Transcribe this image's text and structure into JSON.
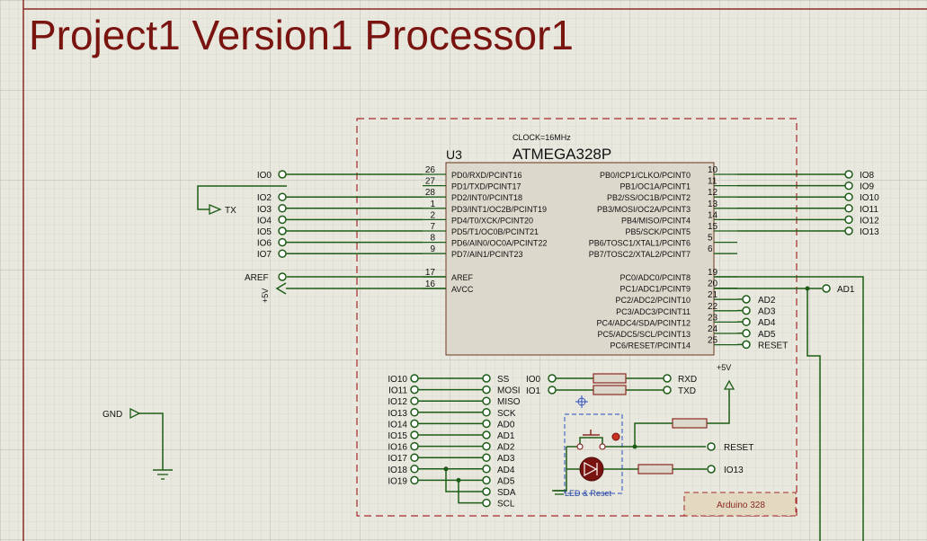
{
  "title": "Project1 Version1 Processor1",
  "chip": {
    "ref": "U3",
    "part": "ATMEGA328P",
    "clock": "CLOCK=16MHz",
    "left_pins": [
      {
        "num": "26",
        "name": "PD0/RXD/PCINT16"
      },
      {
        "num": "27",
        "name": "PD1/TXD/PCINT17"
      },
      {
        "num": "28",
        "name": "PD2/INT0/PCINT18"
      },
      {
        "num": "1",
        "name": "PD3/INT1/OC2B/PCINT19"
      },
      {
        "num": "2",
        "name": "PD4/T0/XCK/PCINT20"
      },
      {
        "num": "7",
        "name": "PD5/T1/OC0B/PCINT21"
      },
      {
        "num": "8",
        "name": "PD6/AIN0/OC0A/PCINT22"
      },
      {
        "num": "9",
        "name": "PD7/AIN1/PCINT23"
      }
    ],
    "left_pins2": [
      {
        "num": "17",
        "name": "AREF"
      },
      {
        "num": "16",
        "name": "AVCC"
      }
    ],
    "right_pins": [
      {
        "num": "10",
        "name": "PB0/ICP1/CLKO/PCINT0"
      },
      {
        "num": "11",
        "name": "PB1/OC1A/PCINT1"
      },
      {
        "num": "12",
        "name": "PB2/SS/OC1B/PCINT2"
      },
      {
        "num": "13",
        "name": "PB3/MOSI/OC2A/PCINT3"
      },
      {
        "num": "14",
        "name": "PB4/MISO/PCINT4"
      },
      {
        "num": "15",
        "name": "PB5/SCK/PCINT5"
      },
      {
        "num": "5",
        "name": "PB6/TOSC1/XTAL1/PCINT6"
      },
      {
        "num": "6",
        "name": "PB7/TOSC2/XTAL2/PCINT7"
      }
    ],
    "right_pins2": [
      {
        "num": "19",
        "name": "PC0/ADC0/PCINT8"
      },
      {
        "num": "20",
        "name": "PC1/ADC1/PCINT9"
      },
      {
        "num": "21",
        "name": "PC2/ADC2/PCINT10"
      },
      {
        "num": "22",
        "name": "PC3/ADC3/PCINT11"
      },
      {
        "num": "23",
        "name": "PC4/ADC4/SDA/PCINT12"
      },
      {
        "num": "24",
        "name": "PC5/ADC5/SCL/PCINT13"
      },
      {
        "num": "25",
        "name": "PC6/RESET/PCINT14"
      }
    ]
  },
  "left_terminals": [
    "IO0",
    "IO2",
    "IO3",
    "IO4",
    "IO5",
    "IO6",
    "IO7"
  ],
  "tx_label": "TX",
  "aref_label": "AREF",
  "plus5v": "+5V",
  "gnd_label": "GND",
  "right_b_terminals": [
    "IO8",
    "IO9",
    "IO10",
    "IO11",
    "IO12",
    "IO13"
  ],
  "ad1": "AD1",
  "right_c_terminals": [
    "AD2",
    "AD3",
    "AD4",
    "AD5",
    "RESET"
  ],
  "io_list": [
    "IO10",
    "IO11",
    "IO12",
    "IO13",
    "IO14",
    "IO15",
    "IO16",
    "IO17",
    "IO18",
    "IO19"
  ],
  "func_list": [
    "SS",
    "MOSI",
    "MISO",
    "SCK",
    "AD0",
    "AD1",
    "AD2",
    "AD3",
    "AD4",
    "AD5",
    "SDA",
    "SCL"
  ],
  "uart_left": [
    "IO0",
    "IO1"
  ],
  "uart_right": [
    "RXD",
    "TXD"
  ],
  "reset_label": "RESET",
  "io13_label": "IO13",
  "led_label": "LED & Reset",
  "board_label": "Arduino 328",
  "colors": {
    "title": "#7a1410",
    "wire": "#1d5c16",
    "dash": "#a52a2a",
    "grid": "#c9c9bd",
    "board_fill": "#e3d8c0"
  }
}
